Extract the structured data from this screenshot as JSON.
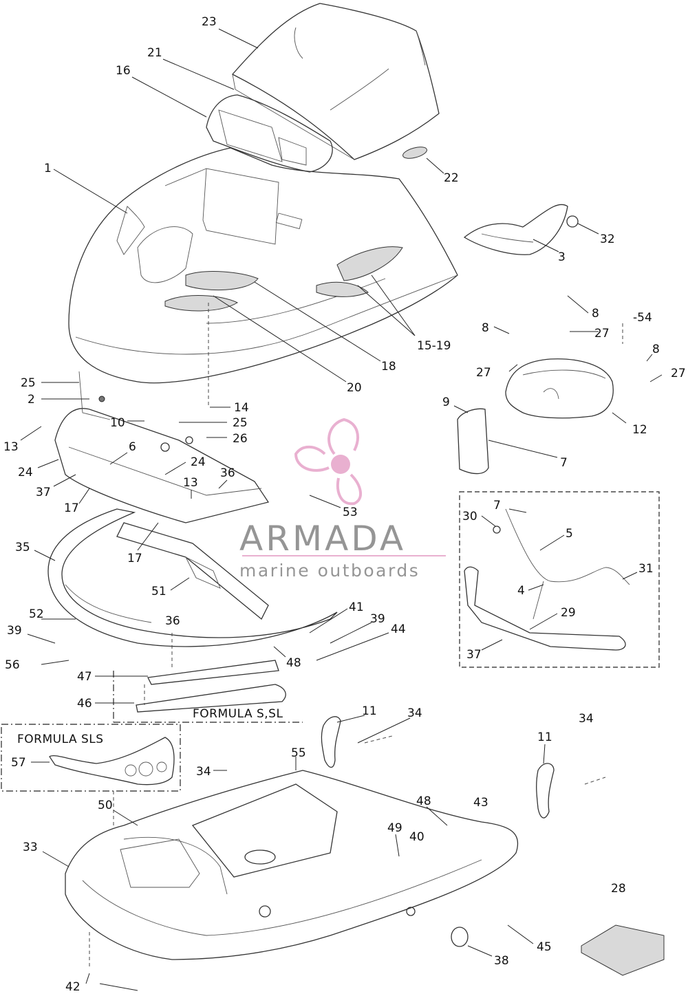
{
  "watermark": {
    "brand_name": "ARMADA",
    "tagline": "marine outboards",
    "accent_color": "#e7a8cc",
    "text_color": "#8a8a8a"
  },
  "variant_labels": {
    "formula_s_sl": "FORMULA S,SL",
    "formula_sls": "FORMULA SLS"
  },
  "callouts": [
    "23",
    "21",
    "16",
    "22",
    "1",
    "32",
    "3",
    "15-19",
    "18",
    "20",
    "8",
    "-54",
    "27",
    "8",
    "27",
    "8",
    "27",
    "25",
    "2",
    "14",
    "9",
    "12",
    "10",
    "25",
    "26",
    "13",
    "6",
    "24",
    "36",
    "7",
    "24",
    "37",
    "13",
    "17",
    "53",
    "30",
    "7",
    "5",
    "35",
    "17",
    "31",
    "51",
    "4",
    "29",
    "52",
    "41",
    "39",
    "36",
    "39",
    "44",
    "37",
    "56",
    "48",
    "47",
    "46",
    "11",
    "34",
    "34",
    "11",
    "57",
    "34",
    "55",
    "50",
    "48",
    "43",
    "49",
    "40",
    "33",
    "28",
    "45",
    "38",
    "42"
  ],
  "colors": {
    "line": "#333333",
    "background": "#ffffff"
  }
}
